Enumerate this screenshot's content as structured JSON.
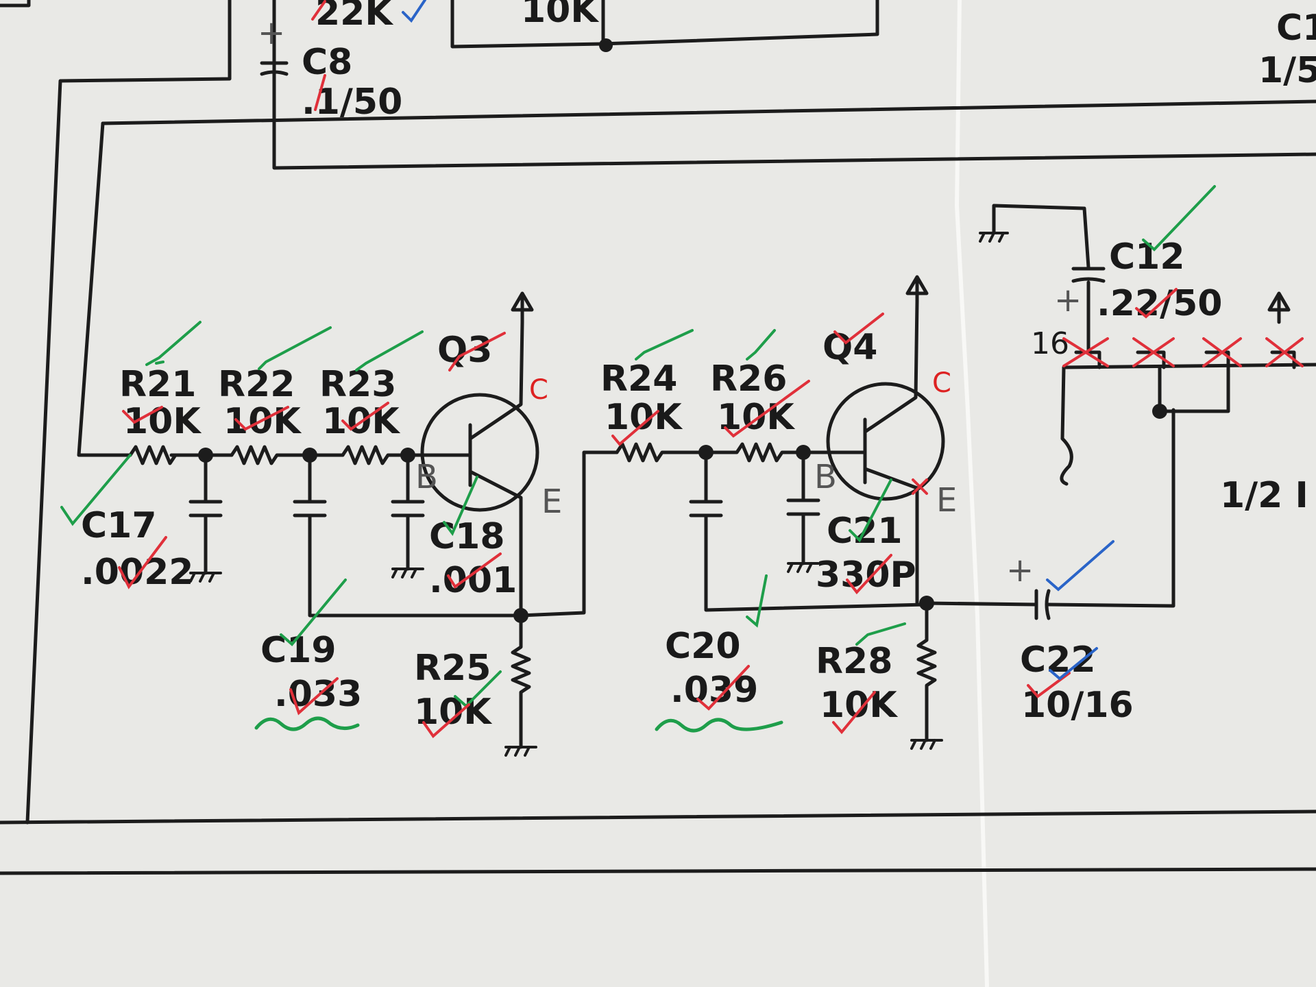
{
  "components": {
    "R21": {
      "ref": "R21",
      "value": "10K"
    },
    "R22": {
      "ref": "R22",
      "value": "10K"
    },
    "R23": {
      "ref": "R23",
      "value": "10K"
    },
    "R24": {
      "ref": "R24",
      "value": "10K"
    },
    "R25": {
      "ref": "R25",
      "value": "10K"
    },
    "R26": {
      "ref": "R26",
      "value": "10K"
    },
    "R28": {
      "ref": "R28",
      "value": "10K"
    },
    "C8": {
      "ref": "C8",
      "value": ".1/50"
    },
    "C12": {
      "ref": "C12",
      "value": ".22/50"
    },
    "C17": {
      "ref": "C17",
      "value": ".0022"
    },
    "C18": {
      "ref": "C18",
      "value": ".001"
    },
    "C19": {
      "ref": "C19",
      "value": ".033"
    },
    "C20": {
      "ref": "C20",
      "value": ".039"
    },
    "C21": {
      "ref": "C21",
      "value": "330P"
    },
    "C22": {
      "ref": "C22",
      "value": "10/16"
    },
    "Q3": {
      "ref": "Q3"
    },
    "Q4": {
      "ref": "Q4"
    }
  },
  "partial_labels": {
    "top_resistor": "22K",
    "top_resistor2": "10K",
    "top_right_cap_ref": "C1",
    "top_right_cap_value": "1/5",
    "ic_half": "1/2 I"
  },
  "pin_labels": {
    "base": "B",
    "emitter": "E",
    "collector": "C",
    "ic_pin": "16",
    "plus": "+"
  },
  "annotation_colors": {
    "check_green": "#1e9e4a",
    "check_red": "#e0303a",
    "check_blue": "#2a64c8",
    "ink": "#1c1c1c",
    "paper": "#e9e9e6"
  }
}
